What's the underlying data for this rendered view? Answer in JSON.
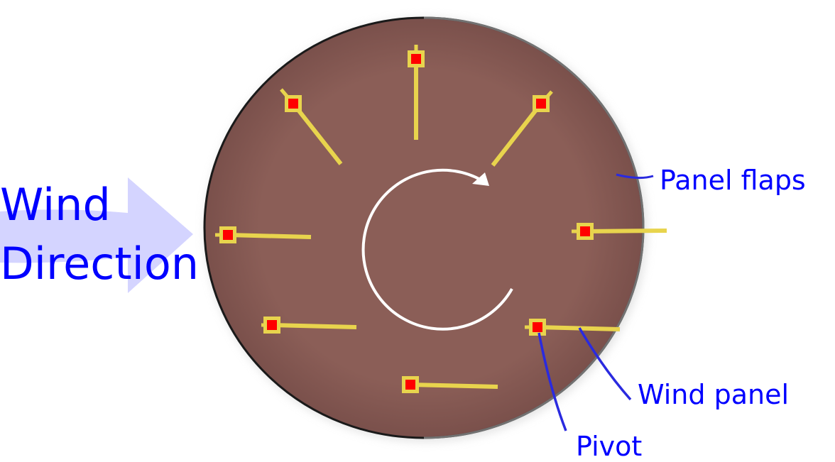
{
  "labels": {
    "wind_line1": "Wind",
    "wind_line2": "Direction",
    "panel_flaps": "Panel flaps",
    "wind_panel": "Wind panel",
    "pivot": "Pivot"
  },
  "colors": {
    "disc": "#8b5e57",
    "disc_edge": "#7d524c",
    "panel": "#e8d44d",
    "pivot": "#ff0000",
    "label": "#0000ff",
    "leader": "#2a2adf",
    "wind_arrow": "#d4d4ff",
    "rotation_arrow": "#ffffff"
  },
  "panel_count": 8
}
